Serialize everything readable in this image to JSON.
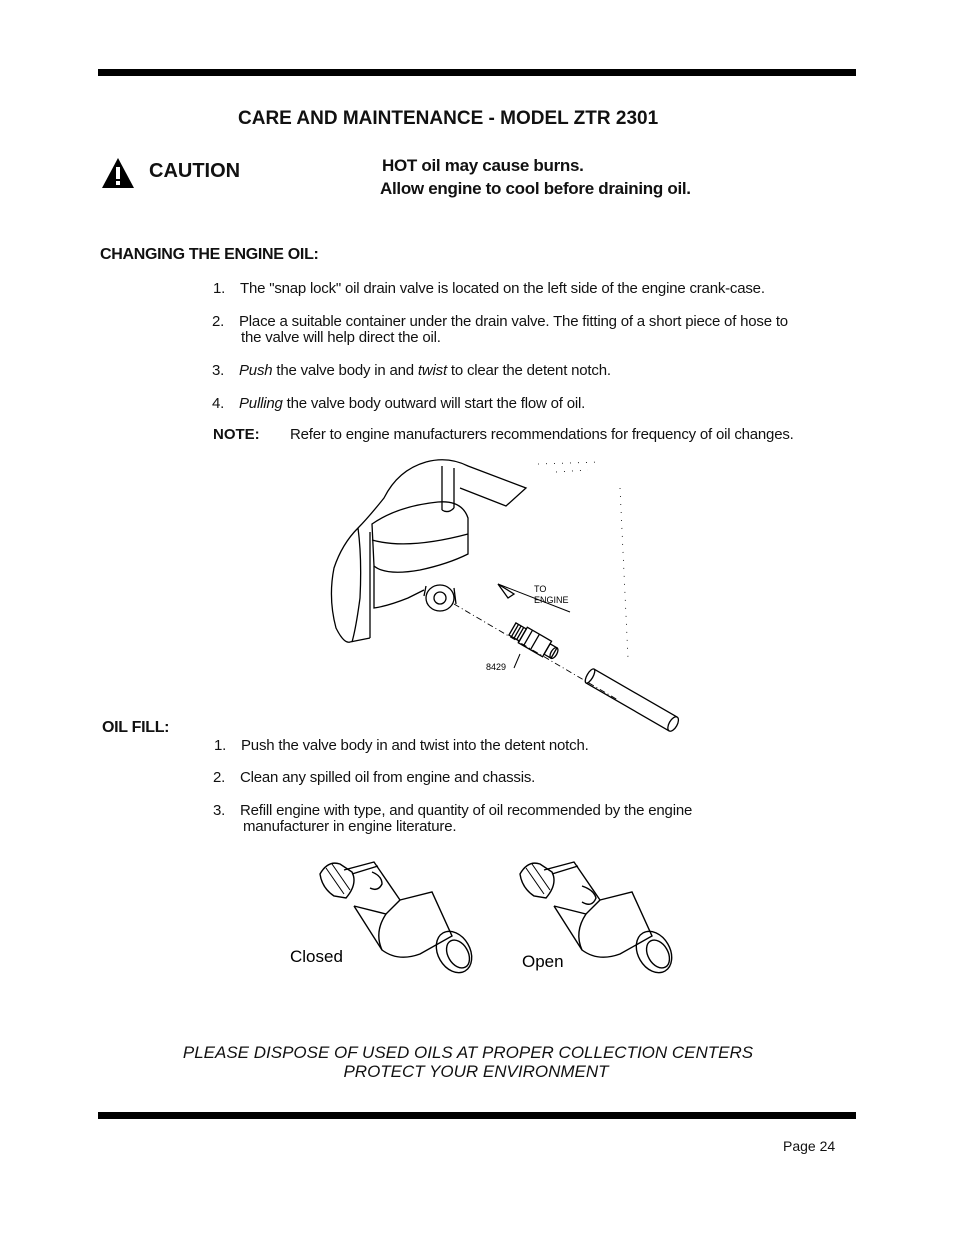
{
  "header": {
    "title": "CARE AND MAINTENANCE - MODEL ZTR 2301"
  },
  "caution": {
    "icon": "warning-triangle-icon",
    "label": "CAUTION",
    "line1": "HOT oil may cause burns.",
    "line2": "Allow engine to cool before draining oil."
  },
  "changing_oil": {
    "heading": "CHANGING THE ENGINE OIL:",
    "items": [
      {
        "num": "1.",
        "text": "The \"snap lock\" oil drain valve is located on the left side of the engine crank-case."
      },
      {
        "num": "2.",
        "text": "Place a suitable container under the drain valve. The fitting of a short piece of hose to",
        "cont": "the valve will help direct the oil."
      },
      {
        "num": "3.",
        "em": "Push",
        "text": " the valve body in and ",
        "em2": "twist",
        "text2": " to clear the detent notch."
      },
      {
        "num": "4.",
        "em": "Pulling",
        "text": " the valve body outward will start the flow of oil."
      }
    ],
    "note_label": "NOTE:",
    "note_text": "Refer to engine manufacturers recommendations for frequency of oil changes."
  },
  "diagram1": {
    "label_to": "TO",
    "label_engine": "ENGINE",
    "part_number": "8429"
  },
  "oil_fill": {
    "heading": "OIL FILL:",
    "items": [
      {
        "num": "1.",
        "text": "Push the valve body in and twist into the detent notch."
      },
      {
        "num": "2.",
        "text": "Clean any spilled oil from engine and chassis."
      },
      {
        "num": "3.",
        "text": "Refill engine with type, and quantity of oil recommended by the engine",
        "cont": "manufacturer in engine literature."
      }
    ]
  },
  "diagram2": {
    "closed_label": "Closed",
    "open_label": "Open"
  },
  "footer": {
    "line1": "PLEASE DISPOSE OF USED OILS AT PROPER COLLECTION CENTERS",
    "line2": "PROTECT YOUR ENVIRONMENT"
  },
  "page": {
    "label": "Page 24"
  }
}
